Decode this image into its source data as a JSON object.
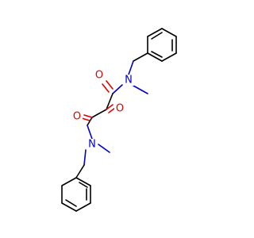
{
  "molecule": {
    "atoms": {
      "o1": "O",
      "o2": "O",
      "o3": "O",
      "n1": "N",
      "n2": "N"
    }
  },
  "colors": {
    "oxygen": "#e00000",
    "nitrogen": "#0000d0",
    "carbon_bond": "#000000",
    "background": "#ffffff"
  }
}
